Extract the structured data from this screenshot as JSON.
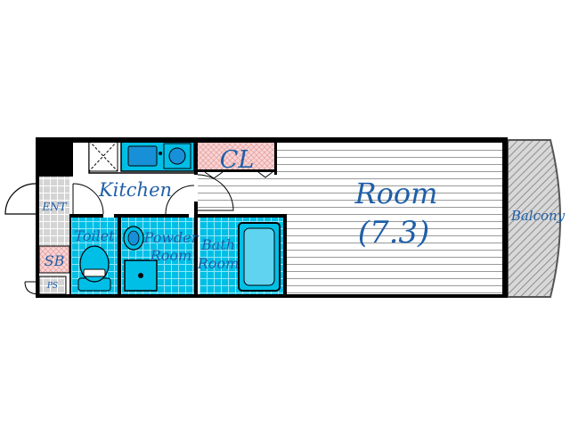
{
  "rooms": {
    "main_room": "Room",
    "main_room_size": "(7.3)",
    "kitchen": "Kitchen",
    "closet": "CL",
    "balcony": "Balcony",
    "entrance": "ENT",
    "shoe_box": "SB",
    "pipe_space": "PS",
    "toilet": "Toilet",
    "powder_room_line1": "Powder",
    "powder_room_line2": "Room",
    "bath_room_line1": "Bath",
    "bath_room_line2": "Room"
  },
  "colors": {
    "label": "#1f5fa8",
    "wall": "#000000",
    "wet_area_tile": "#00bfe6",
    "closet_fill": "#f6c9c9",
    "balcony_hatch": "#9a9a9a",
    "floor_lines": "#9a9a9a"
  }
}
